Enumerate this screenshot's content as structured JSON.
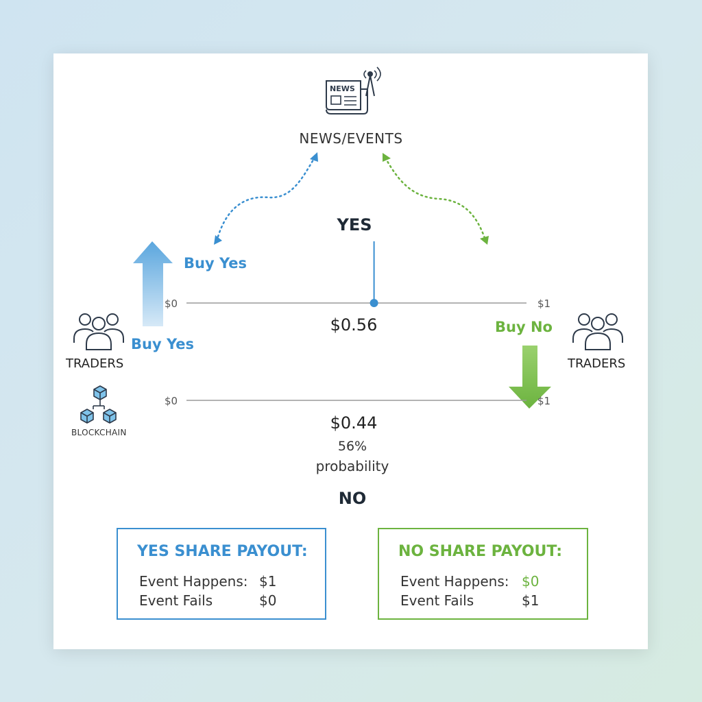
{
  "header": {
    "news_icon_text": "NEWS",
    "news_label": "NEWS/EVENTS"
  },
  "outcomes": {
    "yes": "YES",
    "no": "NO"
  },
  "actions": {
    "buy_yes_top": "Buy Yes",
    "buy_yes_bottom": "Buy Yes",
    "buy_no": "Buy No"
  },
  "participants": {
    "traders_left": "TRADERS",
    "traders_right": "TRADERS",
    "blockchain": "BLOCKCHAIN"
  },
  "scales": {
    "yes": {
      "min_label": "$0",
      "max_label": "$1",
      "price_label": "$0.56",
      "value": 0.56
    },
    "no": {
      "min_label": "$0",
      "max_label": "$1",
      "price_label": "$0.44",
      "value": 0.44
    }
  },
  "probability": {
    "percent": "56%",
    "word": "probability"
  },
  "payouts": {
    "yes": {
      "title": "YES SHARE PAYOUT:",
      "happens_label": "Event Happens:",
      "happens_value": "$1",
      "fails_label": "Event Fails",
      "fails_value": "$0"
    },
    "no": {
      "title": "NO SHARE PAYOUT:",
      "happens_label": "Event Happens:",
      "happens_value": "$0",
      "fails_label": "Event Fails",
      "fails_value": "$1"
    }
  },
  "colors": {
    "yes_accent": "#3a8fd0",
    "no_accent": "#6cb33f",
    "text": "#1f2a36",
    "scale_line": "#9a9a9a"
  }
}
